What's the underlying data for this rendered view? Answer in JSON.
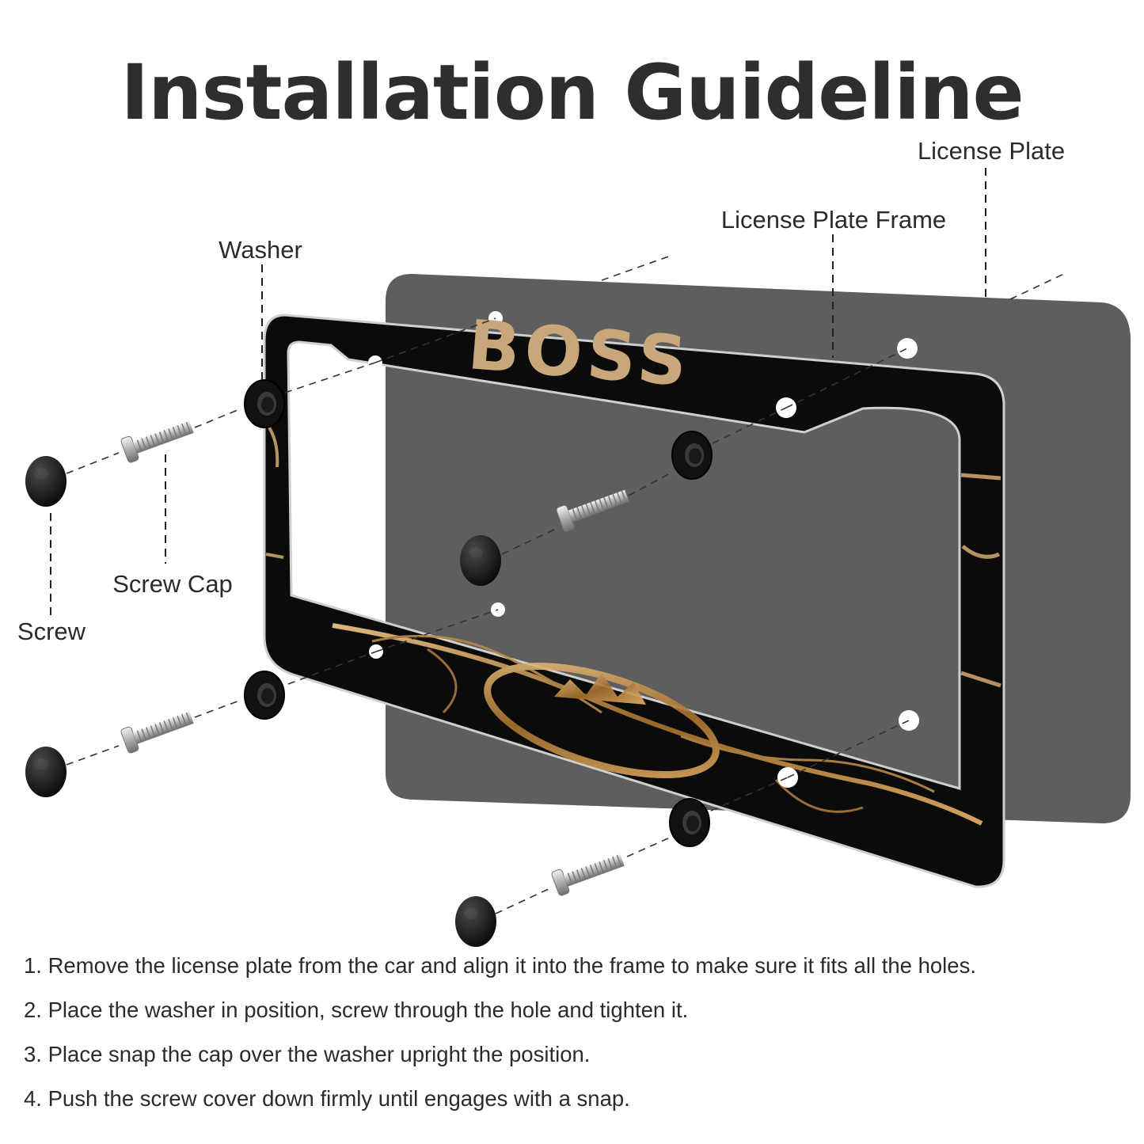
{
  "title": "Installation Guideline",
  "labels": {
    "license_plate": "License Plate",
    "license_plate_frame": "License Plate Frame",
    "washer": "Washer",
    "screw_cap": "Screw Cap",
    "screw": "Screw"
  },
  "frame_brand_text": "BOSS",
  "steps": [
    "1. Remove the license plate from the car and align it into the frame to make sure it fits all the holes.",
    "2. Place the washer in position, screw through the hole and tighten it.",
    "3. Place snap the cap over the washer upright the position.",
    "4. Push the screw cover down firmly until engages with a snap."
  ],
  "colors": {
    "plate": "#5e5e5e",
    "frame": "#0b0b0b",
    "gold": "#c9a77a",
    "text": "#2b2b2b"
  }
}
